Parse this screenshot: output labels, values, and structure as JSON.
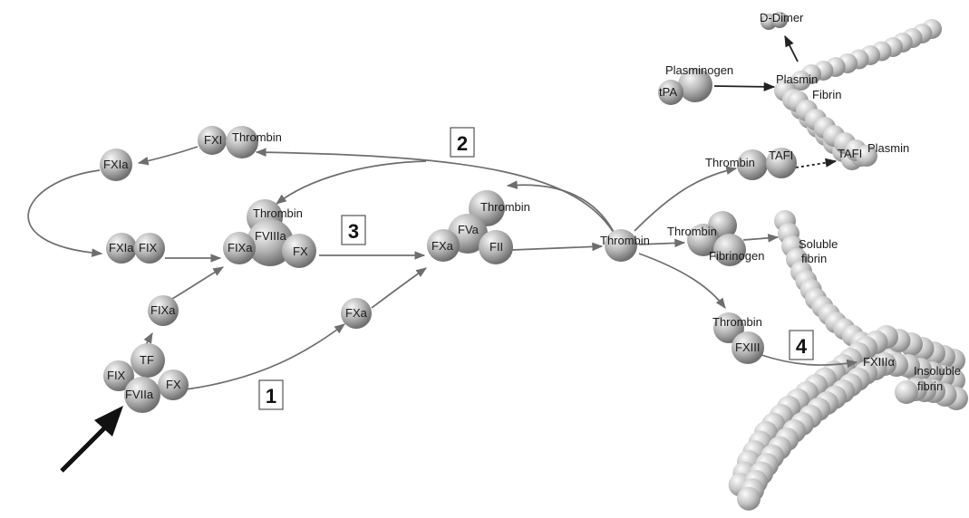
{
  "labels": {
    "d_dimer": "D-Dimer",
    "plasminogen": "Plasminogen",
    "tpa": "tPA",
    "plasmin_top": "Plasmin",
    "fibrin_top": "Fibrin",
    "fxi": "FXI",
    "thrombin_fxi": "Thrombin",
    "fxia_top": "FXIa",
    "thrombin_tafi": "Thrombin",
    "tafi": "TAFI",
    "tafi_active": "TAFI",
    "plasmin_right": "Plasmin",
    "thrombin_tenase": "Thrombin",
    "fviiia": "FVIIIa",
    "fixa_tenase": "FIXa",
    "fx_tenase": "FX",
    "thrombin_pro": "Thrombin",
    "fva": "FVa",
    "fxa_pro": "FXa",
    "fii": "FII",
    "thrombin_center": "Thrombin",
    "thrombin_fib": "Thrombin",
    "fibrinogen": "Fibrinogen",
    "soluble_fibrin": "Soluble",
    "soluble_fibrin_2": "fibrin",
    "fxia_mid": "FXIa",
    "fix_mid": "FIX",
    "fixa_mid": "FIXa",
    "fxa_mid": "FXa",
    "tf": "TF",
    "fix_init": "FIX",
    "fviia": "FVIIa",
    "fx_init": "FX",
    "thrombin_fxiii": "Thrombin",
    "fxiii": "FXIII",
    "fxiiia": "FXIIIα",
    "insoluble_fibrin": "Insoluble",
    "insoluble_fibrin_2": "fibrin"
  },
  "steps": {
    "step1": "1",
    "step2": "2",
    "step3": "3",
    "step4": "4"
  }
}
